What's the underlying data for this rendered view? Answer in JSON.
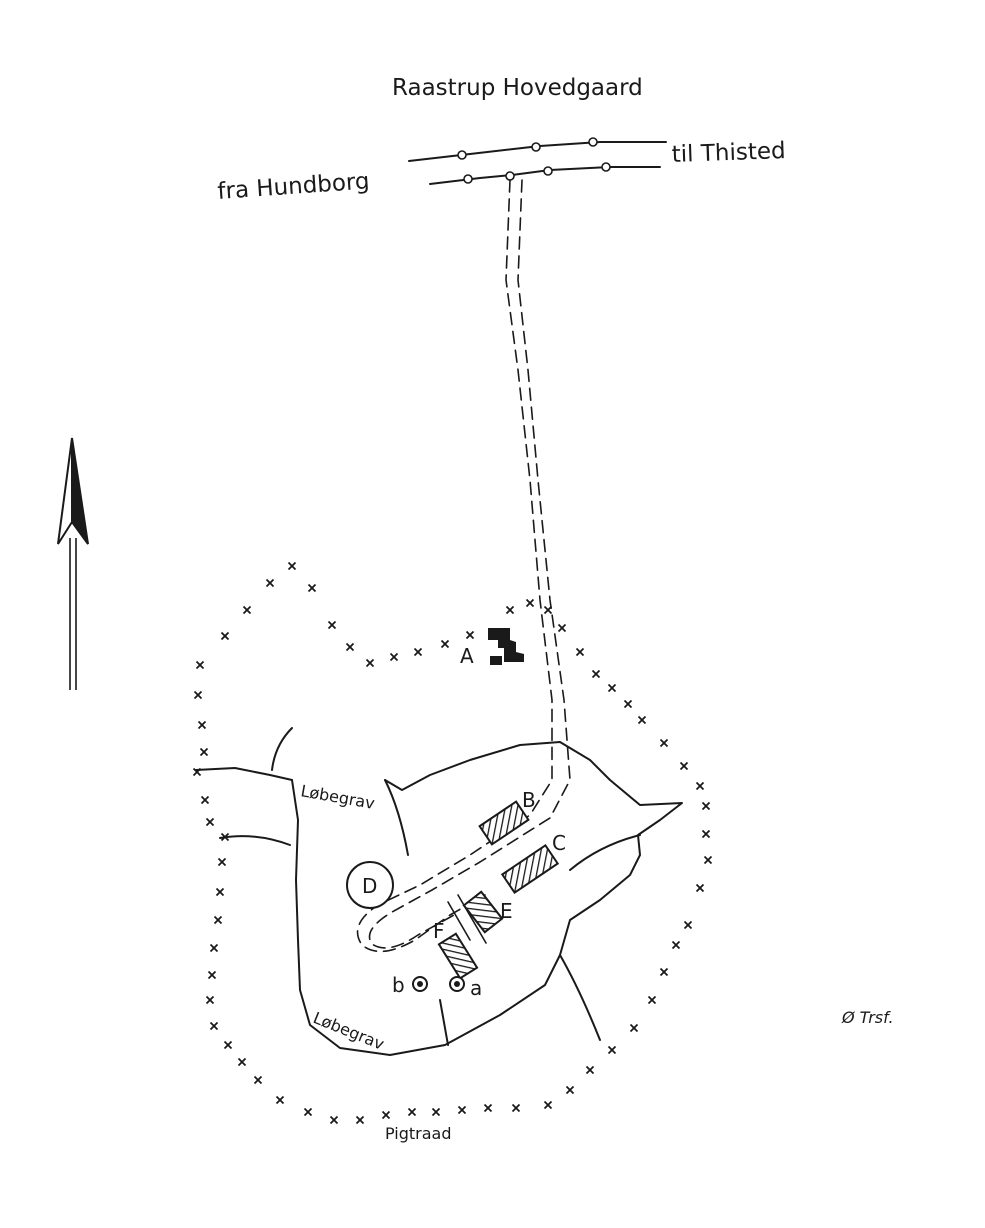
{
  "map": {
    "title": "Raastrup Hovedgaard",
    "road_from": "fra Hundborg",
    "road_to": "til Thisted",
    "building_labels": {
      "A": "A",
      "B": "B",
      "C": "C",
      "D": "D",
      "E": "E",
      "F": "F",
      "a": "a",
      "b": "b"
    },
    "ditch_label_1": "Løbegrav",
    "ditch_label_2": "Løbegrav",
    "fence_label": "Pigtraad",
    "signature": "Ø Trsf.",
    "north_arrow": "north-arrow-icon",
    "colors": {
      "ink": "#1a1a1a",
      "paper": "#ffffff"
    }
  }
}
